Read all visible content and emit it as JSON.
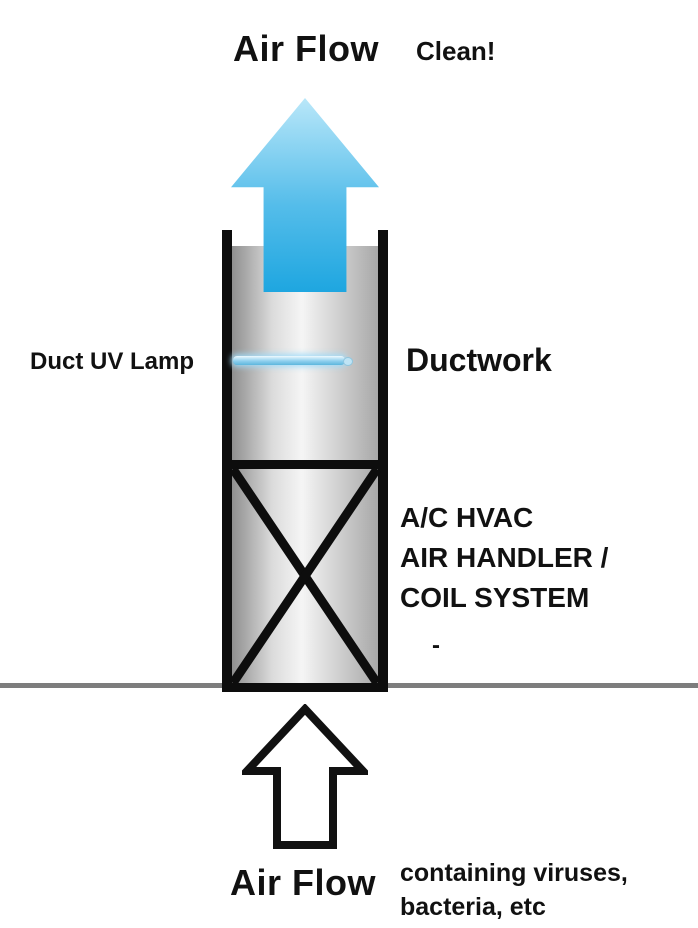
{
  "title": "Duct UV Lamp HVAC Airflow Diagram",
  "colors": {
    "arrow_blue_top": "#b9e7f9",
    "arrow_blue_bottom": "#1ea6e0",
    "duct_metal_dark": "#8f8f8f",
    "duct_metal_light": "#f5f5f5",
    "uv_lamp_blue": "#8fd0ee",
    "ground_gray": "#7d7d7d",
    "text_black": "#111111"
  },
  "labels": {
    "air_flow_top": "Air Flow",
    "clean": "Clean!",
    "duct_uv_lamp": "Duct UV Lamp",
    "ductwork": "Ductwork",
    "hvac_line1": "A/C HVAC",
    "hvac_line2": "AIR HANDLER /",
    "hvac_line3": "COIL SYSTEM",
    "dash": "-",
    "air_flow_bottom": "Air Flow",
    "bottom_note_line1": "containing viruses,",
    "bottom_note_line2": "bacteria, etc"
  }
}
